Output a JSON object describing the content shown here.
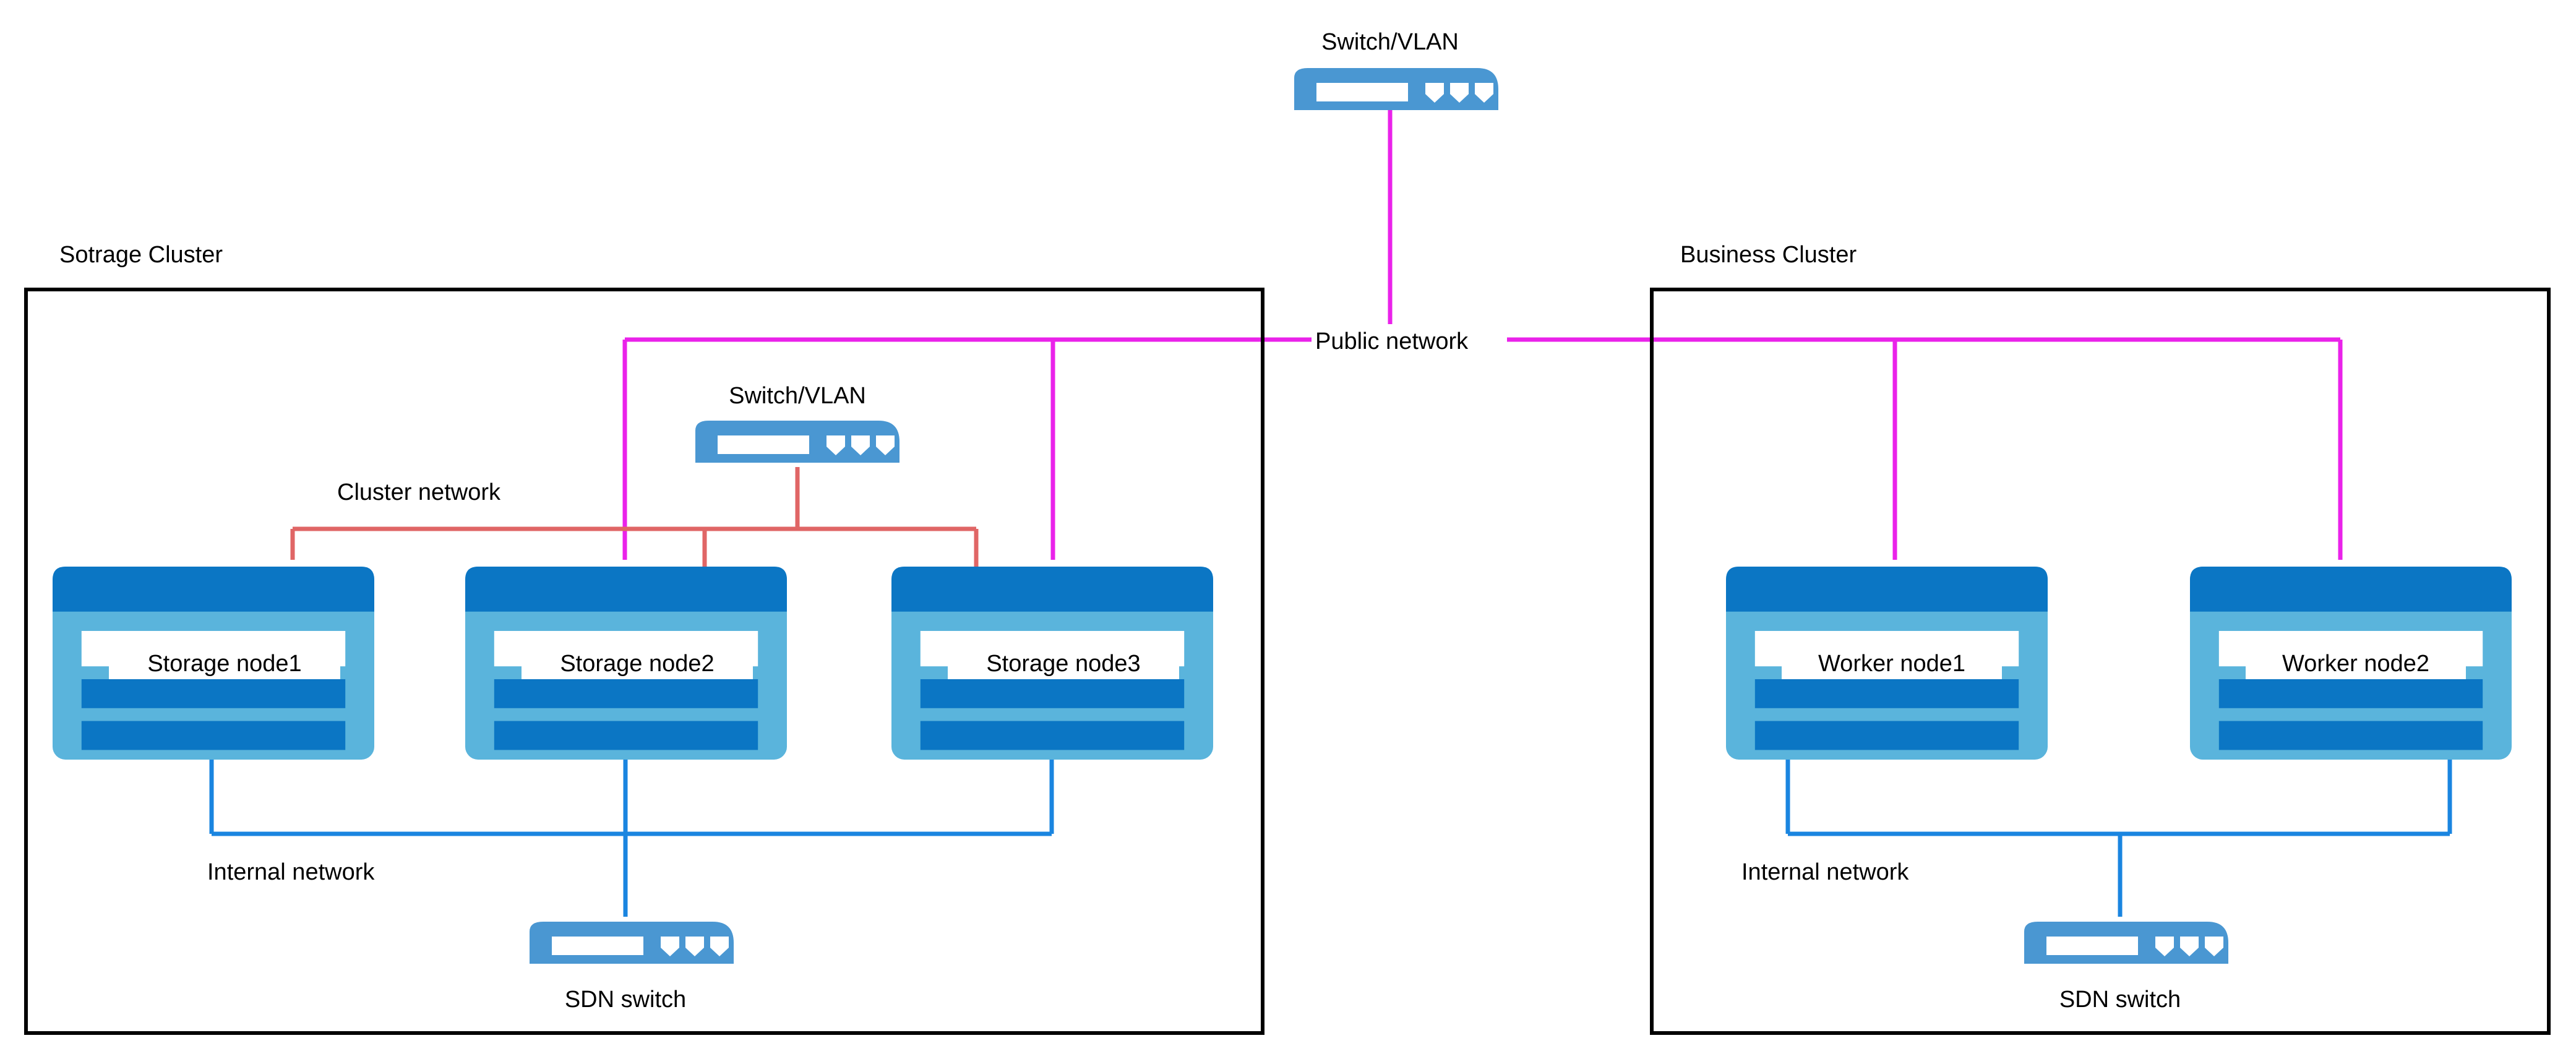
{
  "diagram": {
    "title_top_switch": "Switch/VLAN",
    "colors": {
      "public_network": "#ea22ea",
      "cluster_network": "#e06666",
      "internal_network": "#1a85e0",
      "switch_body": "#4a97d2",
      "node_body": "#5ab4dc",
      "node_header": "#0b76c4",
      "node_bar": "#0b76c4",
      "frame": "#000000",
      "background": "#ffffff"
    },
    "top_switch": {
      "label": "Switch/VLAN",
      "icon": "switch-icon"
    },
    "clusters": [
      {
        "id": "storage-cluster",
        "title": "Sotrage Cluster",
        "switch": {
          "label": "Switch/VLAN",
          "icon": "switch-icon"
        },
        "links": [
          {
            "name": "cluster-network",
            "label": "Cluster network",
            "color": "#e06666"
          },
          {
            "name": "internal-network",
            "label": "Internal network",
            "color": "#1a85e0"
          }
        ],
        "nodes": [
          {
            "id": "storage-node-1",
            "label": "Storage node1"
          },
          {
            "id": "storage-node-2",
            "label": "Storage node2"
          },
          {
            "id": "storage-node-3",
            "label": "Storage node3"
          }
        ],
        "sdn_switch": {
          "label": "SDN switch",
          "icon": "switch-icon"
        }
      },
      {
        "id": "business-cluster",
        "title": "Business Cluster",
        "switch": null,
        "links": [
          {
            "name": "internal-network",
            "label": "Internal network",
            "color": "#1a85e0"
          }
        ],
        "nodes": [
          {
            "id": "worker-node-1",
            "label": "Worker node1"
          },
          {
            "id": "worker-node-2",
            "label": "Worker node2"
          }
        ],
        "sdn_switch": {
          "label": "SDN switch",
          "icon": "switch-icon"
        }
      }
    ],
    "public_network": {
      "label": "Public network",
      "color": "#ea22ea"
    }
  }
}
